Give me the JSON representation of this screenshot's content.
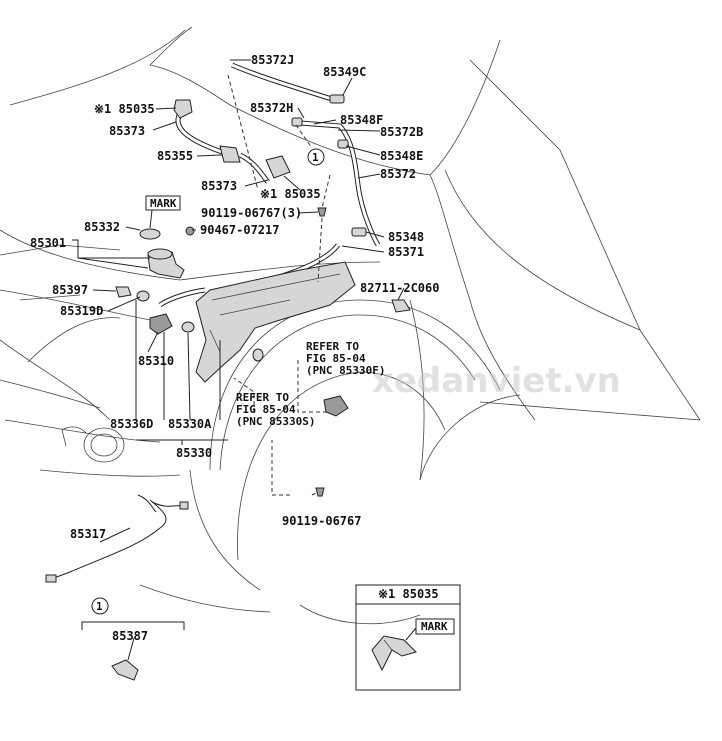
{
  "labels": {
    "l_85372J": "85372J",
    "l_85349C": "85349C",
    "l_85035a": "※1 85035",
    "l_85372H": "85372H",
    "l_85348F": "85348F",
    "l_85373a": "85373",
    "l_85372B": "85372B",
    "l_85355": "85355",
    "l_85348E": "85348E",
    "l_85373b": "85373",
    "l_85372": "85372",
    "l_85035b": "※1 85035",
    "l_mark1": "MARK",
    "l_90119a": "90119-06767(3)",
    "l_85332": "85332",
    "l_90467": "90467-07217",
    "l_85301": "85301",
    "l_85348": "85348",
    "l_85371": "85371",
    "l_85397": "85397",
    "l_82711": "82711-2C060",
    "l_85319D": "85319D",
    "l_85310": "85310",
    "l_refer1a": "REFER TO",
    "l_refer1b": "FIG 85-04",
    "l_refer1c": "(PNC 85330F)",
    "l_refer2a": "REFER TO",
    "l_refer2b": "FIG 85-04",
    "l_refer2c": "(PNC 85330S)",
    "l_85336D": "85336D",
    "l_85330A": "85330A",
    "l_85330": "85330",
    "l_90119b": "90119-06767",
    "l_85317": "85317",
    "l_85387": "85387",
    "l_85035c": "※1 85035",
    "l_mark2": "MARK",
    "l_circle1a": "1",
    "l_circle1b": "1"
  },
  "watermark": "xedanviet.vn"
}
